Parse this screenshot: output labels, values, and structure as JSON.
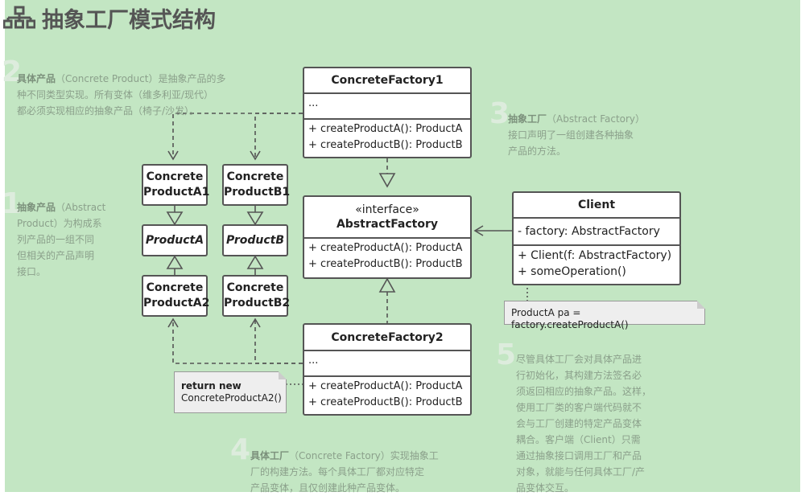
{
  "title": "抽象工厂模式结构",
  "icon": "hierarchy-icon",
  "colors": {
    "background": "#c3e6c3",
    "stroke": "#555555",
    "note_text": "#8ba08b"
  },
  "concrete_factory1": {
    "name": "ConcreteFactory1",
    "fields": "...",
    "methods": [
      "+ createProductA(): ProductA",
      "+ createProductB(): ProductB"
    ]
  },
  "abstract_factory": {
    "stereotype": "«interface»",
    "name": "AbstractFactory",
    "methods": [
      "+ createProductA(): ProductA",
      "+ createProductB(): ProductB"
    ]
  },
  "concrete_factory2": {
    "name": "ConcreteFactory2",
    "fields": "...",
    "methods": [
      "+ createProductA(): ProductA",
      "+ createProductB(): ProductB"
    ]
  },
  "client": {
    "name": "Client",
    "fields": "- factory: AbstractFactory",
    "methods": [
      "+ Client(f: AbstractFactory)",
      "+ someOperation()"
    ]
  },
  "products": {
    "a1": [
      "Concrete",
      "ProductA1"
    ],
    "b1": [
      "Concrete",
      "ProductB1"
    ],
    "a": "ProductA",
    "b": "ProductB",
    "a2": [
      "Concrete",
      "ProductA2"
    ],
    "b2": [
      "Concrete",
      "ProductB2"
    ]
  },
  "code_notes": {
    "client": "ProductA pa = factory.createProductA()",
    "factory2_line1": "return new",
    "factory2_line2": "ConcreteProductA2()"
  },
  "notes": {
    "n1": {
      "num": "1",
      "bold": "抽象产品",
      "lines": [
        "（Abstract",
        "Product）为构成系",
        "列产品的一组不同",
        "但相关的产品声明",
        "接口。"
      ]
    },
    "n2": {
      "num": "2",
      "bold": "具体产品",
      "lines": [
        "（Concrete Product）是抽象产品的多",
        "种不同类型实现。所有变体（维多利亚/现代）",
        "都必须实现相应的抽象产品（椅子/沙发）。"
      ]
    },
    "n3": {
      "num": "3",
      "bold": "抽象工厂",
      "lines": [
        "（Abstract Factory）",
        "接口声明了一组创建各种抽象",
        "产品的方法。"
      ]
    },
    "n4": {
      "num": "4",
      "bold": "具体工厂",
      "lines": [
        "（Concrete Factory）实现抽象工",
        "厂的构建方法。每个具体工厂都对应特定",
        "产品变体，且仅创建此种产品变体。"
      ]
    },
    "n5": {
      "num": "5",
      "lines": [
        "尽管具体工厂会对具体产品进",
        "行初始化，其构建方法签名必",
        "须返回相应的抽象产品。这样，",
        "使用工厂类的客户端代码就不",
        "会与工厂创建的特定产品变体",
        "耦合。客户端（Client）只需",
        "通过抽象接口调用工厂和产品",
        "对象，就能与任何具体工厂/产",
        "品变体交互。"
      ]
    }
  }
}
